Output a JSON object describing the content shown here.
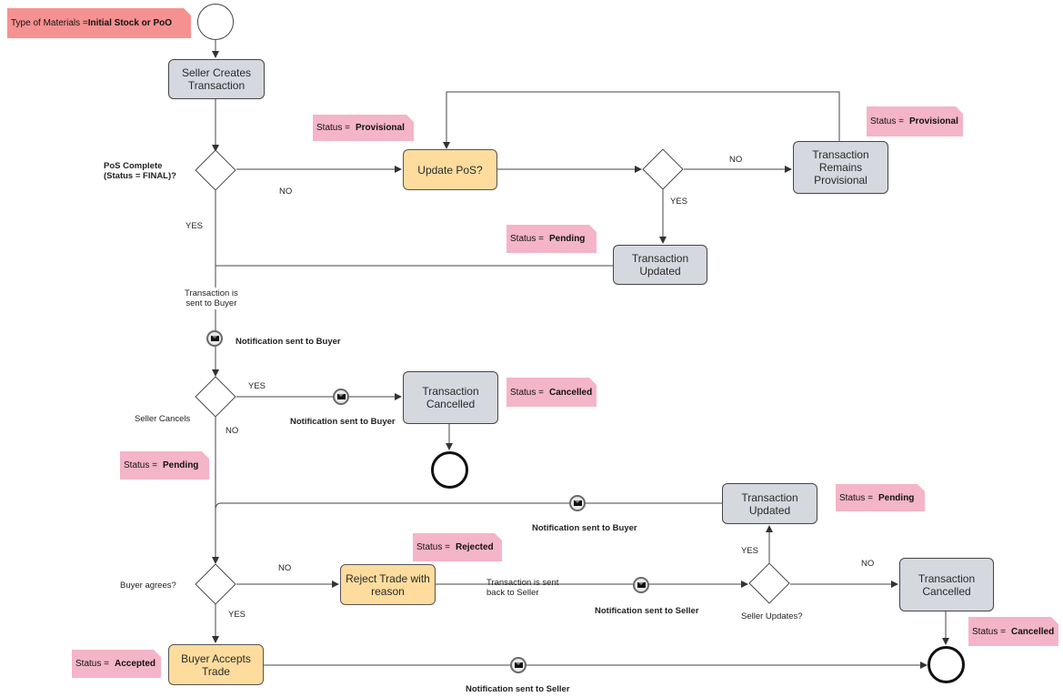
{
  "notes": {
    "type_of_materials_prefix": "Type of Materials = ",
    "type_of_materials_value": "Initial Stock or PoO",
    "status_prefix": "Status = ",
    "provisional_1": "Provisional",
    "provisional_2": "Provisional",
    "pending_1": "Pending",
    "cancelled_1": "Cancelled",
    "pending_2": "Pending",
    "rejected": "Rejected",
    "pending_3": "Pending",
    "accepted": "Accepted",
    "cancelled_2": "Cancelled"
  },
  "nodes": {
    "seller_creates": "Seller Creates Transaction",
    "update_pos": "Update PoS?",
    "remains_provisional": "Transaction Remains Provisional",
    "updated_1": "Transaction Updated",
    "cancelled_1": "Transaction Cancelled",
    "updated_2": "Transaction Updated",
    "reject_trade": "Reject Trade with reason",
    "cancelled_2": "Transaction Cancelled",
    "buyer_accepts": "Buyer Accepts Trade"
  },
  "labels": {
    "pos_complete_1": "PoS Complete",
    "pos_complete_2": "(Status = FINAL)?",
    "no_1": "NO",
    "yes_1": "YES",
    "no_2": "NO",
    "yes_2": "YES",
    "sent_to_buyer_1": "Transaction is",
    "sent_to_buyer_2": "sent to Buyer",
    "notif_buyer_1": "Notification sent to Buyer",
    "yes_3": "YES",
    "seller_cancels": "Seller Cancels",
    "no_3": "NO",
    "notif_buyer_2": "Notification sent to Buyer",
    "notif_buyer_3": "Notification sent to Buyer",
    "yes_4": "YES",
    "no_4": "NO",
    "buyer_agrees": "Buyer agrees?",
    "no_5": "NO",
    "sent_back_1": "Transaction is sent",
    "sent_back_2": "back to Seller",
    "notif_seller_1": "Notification sent to Seller",
    "seller_updates": "Seller Updates?",
    "yes_5": "YES",
    "notif_seller_2": "Notification sent to Seller"
  },
  "icons": [
    "envelope-icon",
    "start-node",
    "end-node"
  ]
}
